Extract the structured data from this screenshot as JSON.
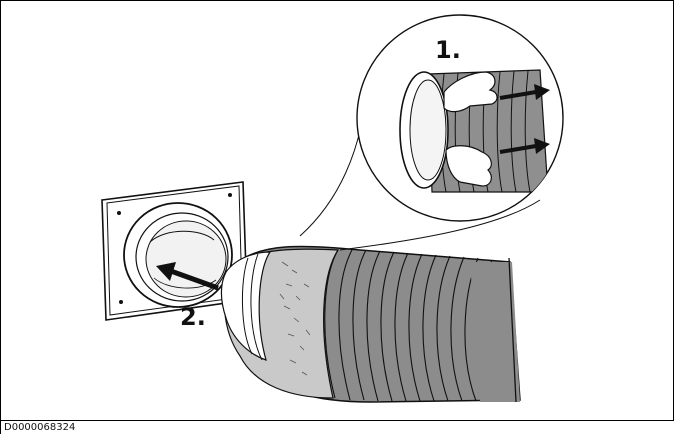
{
  "figure": {
    "step_one": "1.",
    "step_two": "2.",
    "document_code": "D0000068324"
  }
}
